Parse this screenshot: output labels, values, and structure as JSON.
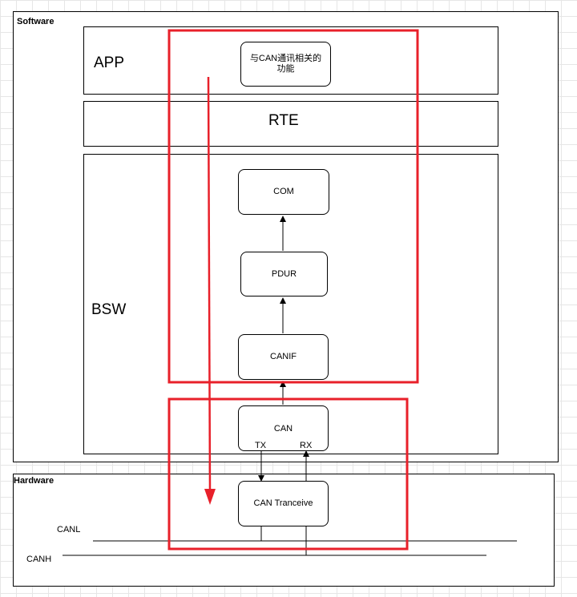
{
  "software": {
    "title": "Software",
    "app_label": "APP",
    "rte_label": "RTE",
    "bsw_label": "BSW",
    "modules": {
      "app_func": "与CAN通讯相关的功能",
      "com": "COM",
      "pdur": "PDUR",
      "canif": "CANIF",
      "can": "CAN",
      "tx": "TX",
      "rx": "RX"
    }
  },
  "hardware": {
    "title": "Hardware",
    "transceiver": "CAN Tranceive",
    "canl": "CANL",
    "canh": "CANH"
  },
  "colors": {
    "highlight": "#e8202a",
    "line": "#000000"
  }
}
